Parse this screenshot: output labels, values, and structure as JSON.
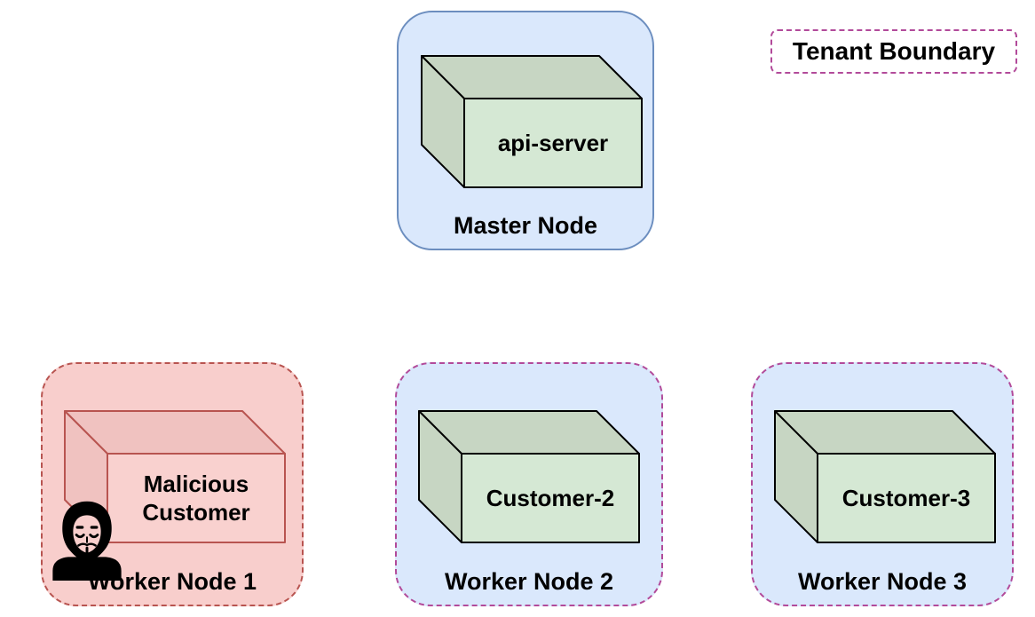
{
  "diagram": {
    "type": "kubernetes-multi-tenancy-diagram",
    "legend": {
      "label": "Tenant Boundary"
    },
    "nodes": {
      "master": {
        "label": "Master Node",
        "workload": "api-server"
      },
      "worker1": {
        "label": "Worker Node 1",
        "workload": "Malicious Customer",
        "has_attacker_icon": "true"
      },
      "worker2": {
        "label": "Worker Node 2",
        "workload": "Customer-2"
      },
      "worker3": {
        "label": "Worker Node 3",
        "workload": "Customer-3"
      }
    }
  },
  "colors": {
    "node_blue_fill": "#dae8fc",
    "node_blue_stroke": "#6c8ebf",
    "node_pink_fill": "#f8cecc",
    "node_red_stroke": "#b85450",
    "tenant_stroke": "#b24a9a",
    "tenant_fill": "#ffffff",
    "cube_green_front": "#d5e8d4",
    "cube_green_shade": "#c7d6c3",
    "cube_green_stroke": "#000000",
    "cube_red_front": "#f9d1cf",
    "cube_red_shade": "#f0c2c0",
    "cube_red_stroke": "#b85450",
    "text": "#000000",
    "canvas_bg": "#ffffff"
  }
}
